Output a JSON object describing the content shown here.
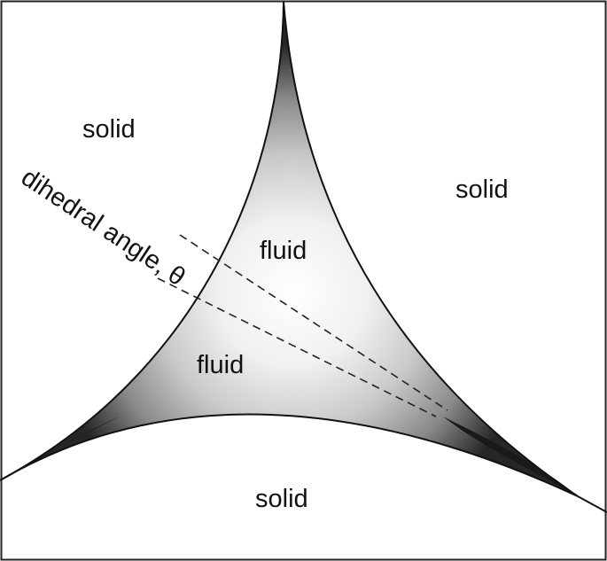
{
  "labels": {
    "solid_top_left": "solid",
    "solid_right": "solid",
    "solid_bottom": "solid",
    "fluid_upper": "fluid",
    "fluid_lower": "fluid",
    "dihedral_angle": "dihedral angle, θ"
  },
  "colors": {
    "frame": "#222222",
    "boundary": "#111111",
    "fluid_light": "#ffffff",
    "fluid_dark": "#1a1a1a",
    "dashed_line": "#222222"
  }
}
